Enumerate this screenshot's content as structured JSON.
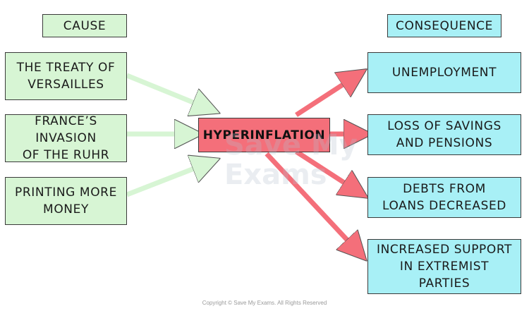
{
  "headers": {
    "cause": "CAUSE",
    "consequence": "CONSEQUENCE"
  },
  "causes": [
    "THE TREATY OF\nVERSAILLES",
    "FRANCE’S INVASION\nOF THE RUHR",
    "PRINTING MORE\nMONEY"
  ],
  "center": "HYPERINFLATION",
  "consequences": [
    "UNEMPLOYMENT",
    "LOSS OF SAVINGS\nAND PENSIONS",
    "DEBTS FROM\nLOANS DECREASED",
    "INCREASED SUPPORT\nIN EXTREMIST\nPARTIES"
  ],
  "watermark": "Save My\nExams",
  "copyright": "Copyright © Save My Exams. All Rights Reserved",
  "colors": {
    "cause_fill": "#d7f5d4",
    "consequence_fill": "#a8f0f6",
    "center_fill": "#f46f7a",
    "cause_arrow": "#d7f5d4",
    "consequence_arrow": "#f46f7a"
  }
}
